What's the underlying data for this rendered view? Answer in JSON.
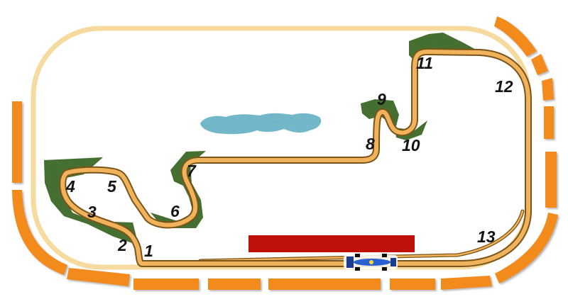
{
  "colors": {
    "background": "#ffffff",
    "oval_outline": "#f5dba0",
    "stands": "#f28a1c",
    "track_edge": "#7a5418",
    "track_fill": "#f0b25a",
    "grass": "#4e7a38",
    "lake": "#7ec8dc",
    "pit_building": "#c0100c",
    "car_body": "#2a5fcf"
  },
  "corners": [
    "1",
    "2",
    "3",
    "4",
    "5",
    "6",
    "7",
    "8",
    "9",
    "10",
    "11",
    "12",
    "13"
  ]
}
